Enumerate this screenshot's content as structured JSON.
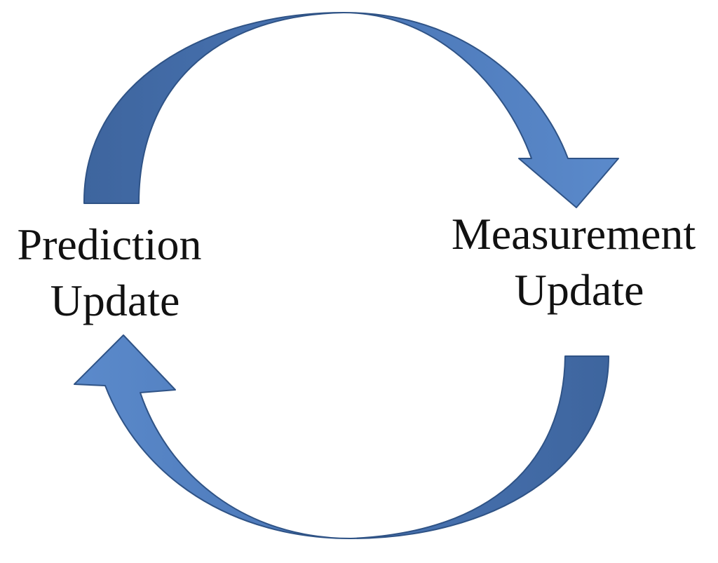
{
  "nodes": {
    "prediction": {
      "line1": "Prediction",
      "line2": "Update"
    },
    "measurement": {
      "line1": "Measurement",
      "line2": "Update"
    }
  },
  "colors": {
    "arrow_fill_light": "#5B8ACB",
    "arrow_fill_dark": "#3E659E",
    "arrow_stroke": "#2F5386",
    "background": "#FFFFFF"
  }
}
